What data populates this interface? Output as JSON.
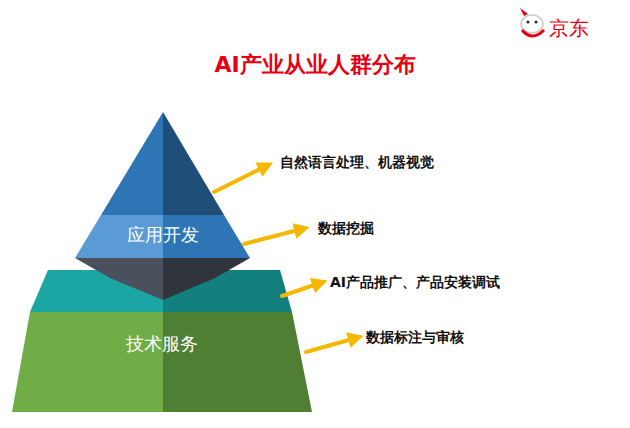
{
  "diagram": {
    "title": "AI产业从业人群分布",
    "nodes": [
      {
        "text": [
          "应用开发"
        ]
      },
      {
        "text": [
          "技术服务"
        ]
      }
    ],
    "labels": [
      "自然语言处理、机器视觉",
      "数据挖掘",
      "AI产品推广、产品安装调试",
      "数据标注与审核",
      "京东"
    ]
  }
}
